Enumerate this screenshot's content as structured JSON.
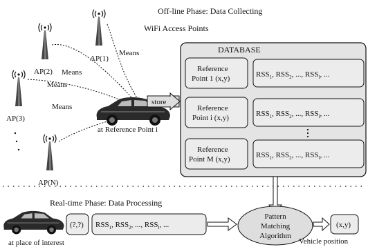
{
  "offline_title": "Off-line Phase: Data Collecting",
  "wifi_label": "WiFi Access Points",
  "database_title": "DATABASE",
  "store_label": "store",
  "means_label": "Means",
  "access_points": [
    "AP(1)",
    "AP(2)",
    "AP(3)",
    "AP(N)"
  ],
  "car_label_offline": "at Reference Point i",
  "reference_points": [
    {
      "line1": "Reference",
      "line2": "Point 1 (x,y)"
    },
    {
      "line1": "Reference",
      "line2": "Point i (x,y)"
    },
    {
      "line1": "Reference",
      "line2": "Point M (x,y)"
    }
  ],
  "rss_row": [
    "RSS",
    "1",
    ", RSS",
    "2",
    ", ..., RSS",
    "l",
    ", ..."
  ],
  "realtime_title": "Real-time Phase: Data Processing",
  "unknown_position": "(?,?)",
  "pattern_box": [
    "Pattern",
    "Matching",
    "Algorithm"
  ],
  "result_position": "(x,y)",
  "vehicle_position": "Vehicle position",
  "car_label_realtime": "at place of interest",
  "colors": {
    "ink": "#111111",
    "fill": "#dedede",
    "panel": "#e4e4e4",
    "dots": "#333333"
  },
  "icons": [
    "antenna-icon",
    "car-icon"
  ]
}
